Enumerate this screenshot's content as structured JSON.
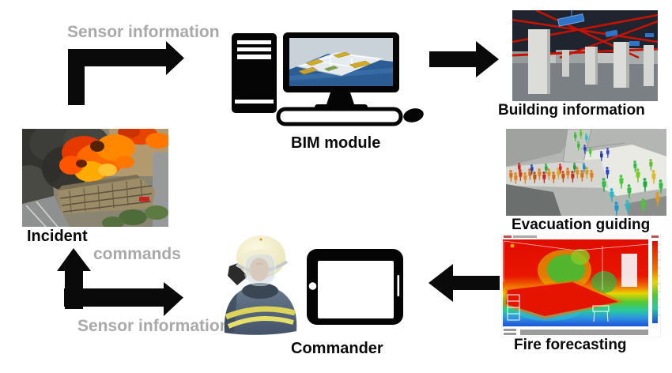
{
  "diagram": {
    "nodes": {
      "bim_module": {
        "label": "BIM module"
      },
      "incident": {
        "label": "Incident"
      },
      "commander": {
        "label": "Commander"
      },
      "building_information": {
        "label": "Building information"
      },
      "evacuation_guiding": {
        "label": "Evacuation guiding"
      },
      "fire_forecasting": {
        "label": "Fire forecasting"
      }
    },
    "edges": {
      "incident_to_bim": {
        "label": "Sensor information"
      },
      "commander_to_incident": {
        "label": "commands"
      },
      "incident_to_commander": {
        "label": "Sensor information"
      }
    },
    "icons": {
      "bim_computer": "desktop-computer-icon",
      "commander_person": "firefighter-icon",
      "commander_device": "tablet-icon",
      "flow_arrows": "black-block-arrow-icons"
    },
    "colors": {
      "background": "#ffffff",
      "edge_label_gray": "#a9a9a9",
      "node_label_black": "#0a0a0a",
      "arrow_black": "#0a0a0a",
      "fire_red": "#e41400",
      "heatmap_blue": "#1e50d8",
      "pipe_red": "#c81200",
      "fixture_blue": "#2f74c8",
      "helmet_cream": "#f5efcf",
      "jacket_slate": "#5a6b7d",
      "stripe_yellow": "#ded35a"
    }
  }
}
